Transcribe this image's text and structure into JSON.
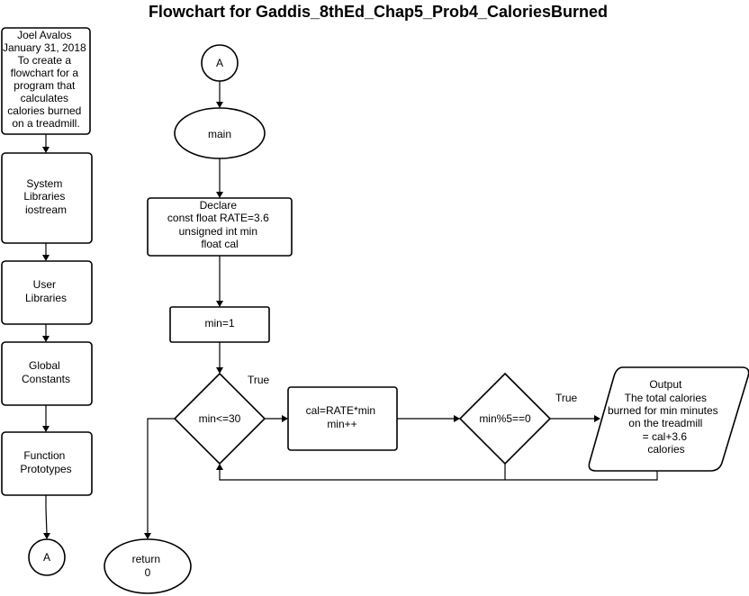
{
  "title": "Flowchart for Gaddis_8thEd_Chap5_Prob4_CaloriesBurned",
  "left_column": {
    "header_lines": [
      "Joel Avalos",
      "January 31, 2018",
      "To create a",
      "flowchart for a",
      "program that",
      "calculates",
      "calories burned",
      "on a treadmill."
    ],
    "system_libraries": [
      "System",
      "Libraries",
      "iostream"
    ],
    "user_libraries": [
      "User",
      "Libraries"
    ],
    "global_constants": [
      "Global",
      "Constants"
    ],
    "function_prototypes": [
      "Function",
      "Prototypes"
    ],
    "connector": "A"
  },
  "main_flow": {
    "connector": "A",
    "main": "main",
    "declare_lines": [
      "Declare",
      "const float RATE=3.6",
      "unsigned int min",
      "float cal"
    ],
    "init": "min=1",
    "loop_condition": "min<=30",
    "loop_true": "True",
    "process_lines": [
      "cal=RATE*min",
      "min++"
    ],
    "check_condition": "min%5==0",
    "check_true": "True",
    "output_lines": [
      "Output",
      "The total calories",
      "burned for min minutes",
      "on the treadmill",
      "= cal+3.6",
      "calories"
    ],
    "return_lines": [
      "return",
      "0"
    ]
  }
}
